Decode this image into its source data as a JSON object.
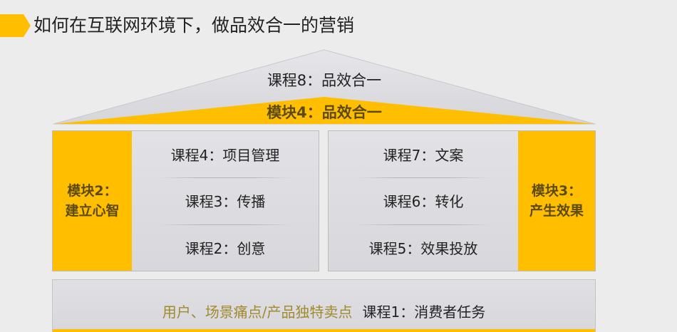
{
  "header": {
    "title": "如何在互联网环境下，做品效合一的营销"
  },
  "colors": {
    "accent": "#ffbf00",
    "panel": "#dcdce0",
    "background": "#ececec",
    "module_text": "#5c4a12",
    "base_subtext": "#a08a2c"
  },
  "roof": {
    "course": "课程8：品效合一",
    "module": "模块4：品效合一"
  },
  "left_block": {
    "module_line1": "模块2：",
    "module_line2": "建立心智",
    "courses": [
      "课程4：项目管理",
      "课程3：传播",
      "课程2：创意"
    ]
  },
  "right_block": {
    "module_line1": "模块3：",
    "module_line2": "产生效果",
    "courses": [
      "课程7：文案",
      "课程6：转化",
      "课程5：效果投放"
    ]
  },
  "base": {
    "subtext": "用户、场景痛点/产品独特卖点",
    "course": "课程1：消费者任务"
  }
}
